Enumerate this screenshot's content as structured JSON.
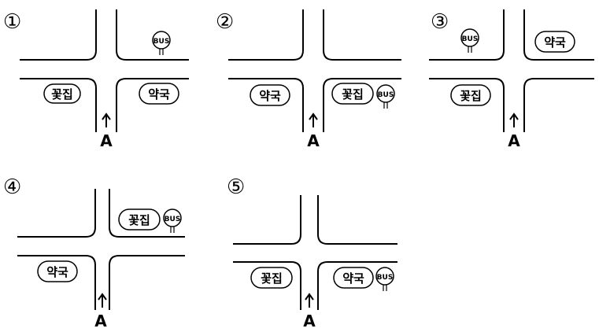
{
  "options": [
    {
      "number": "①",
      "places": {
        "top_left": null,
        "top_right": "BUS",
        "bottom_left": "꽃집",
        "bottom_right": "약국"
      },
      "start_label": "A"
    },
    {
      "number": "②",
      "places": {
        "top_left": null,
        "top_right": null,
        "bottom_left": "약국",
        "bottom_right": "꽃집",
        "bottom_right_extra": "BUS"
      },
      "start_label": "A"
    },
    {
      "number": "③",
      "places": {
        "top_left": "BUS",
        "top_right": "약국",
        "bottom_left": "꽃집",
        "bottom_right": null
      },
      "start_label": "A"
    },
    {
      "number": "④",
      "places": {
        "top_left": null,
        "top_right": "꽃집",
        "top_right_extra": "BUS",
        "bottom_left": "약국",
        "bottom_right": null
      },
      "start_label": "A"
    },
    {
      "number": "⑤",
      "places": {
        "top_left": null,
        "top_right": null,
        "bottom_left": "꽃집",
        "bottom_right": "약국",
        "bottom_right_extra": "BUS"
      },
      "start_label": "A"
    }
  ]
}
